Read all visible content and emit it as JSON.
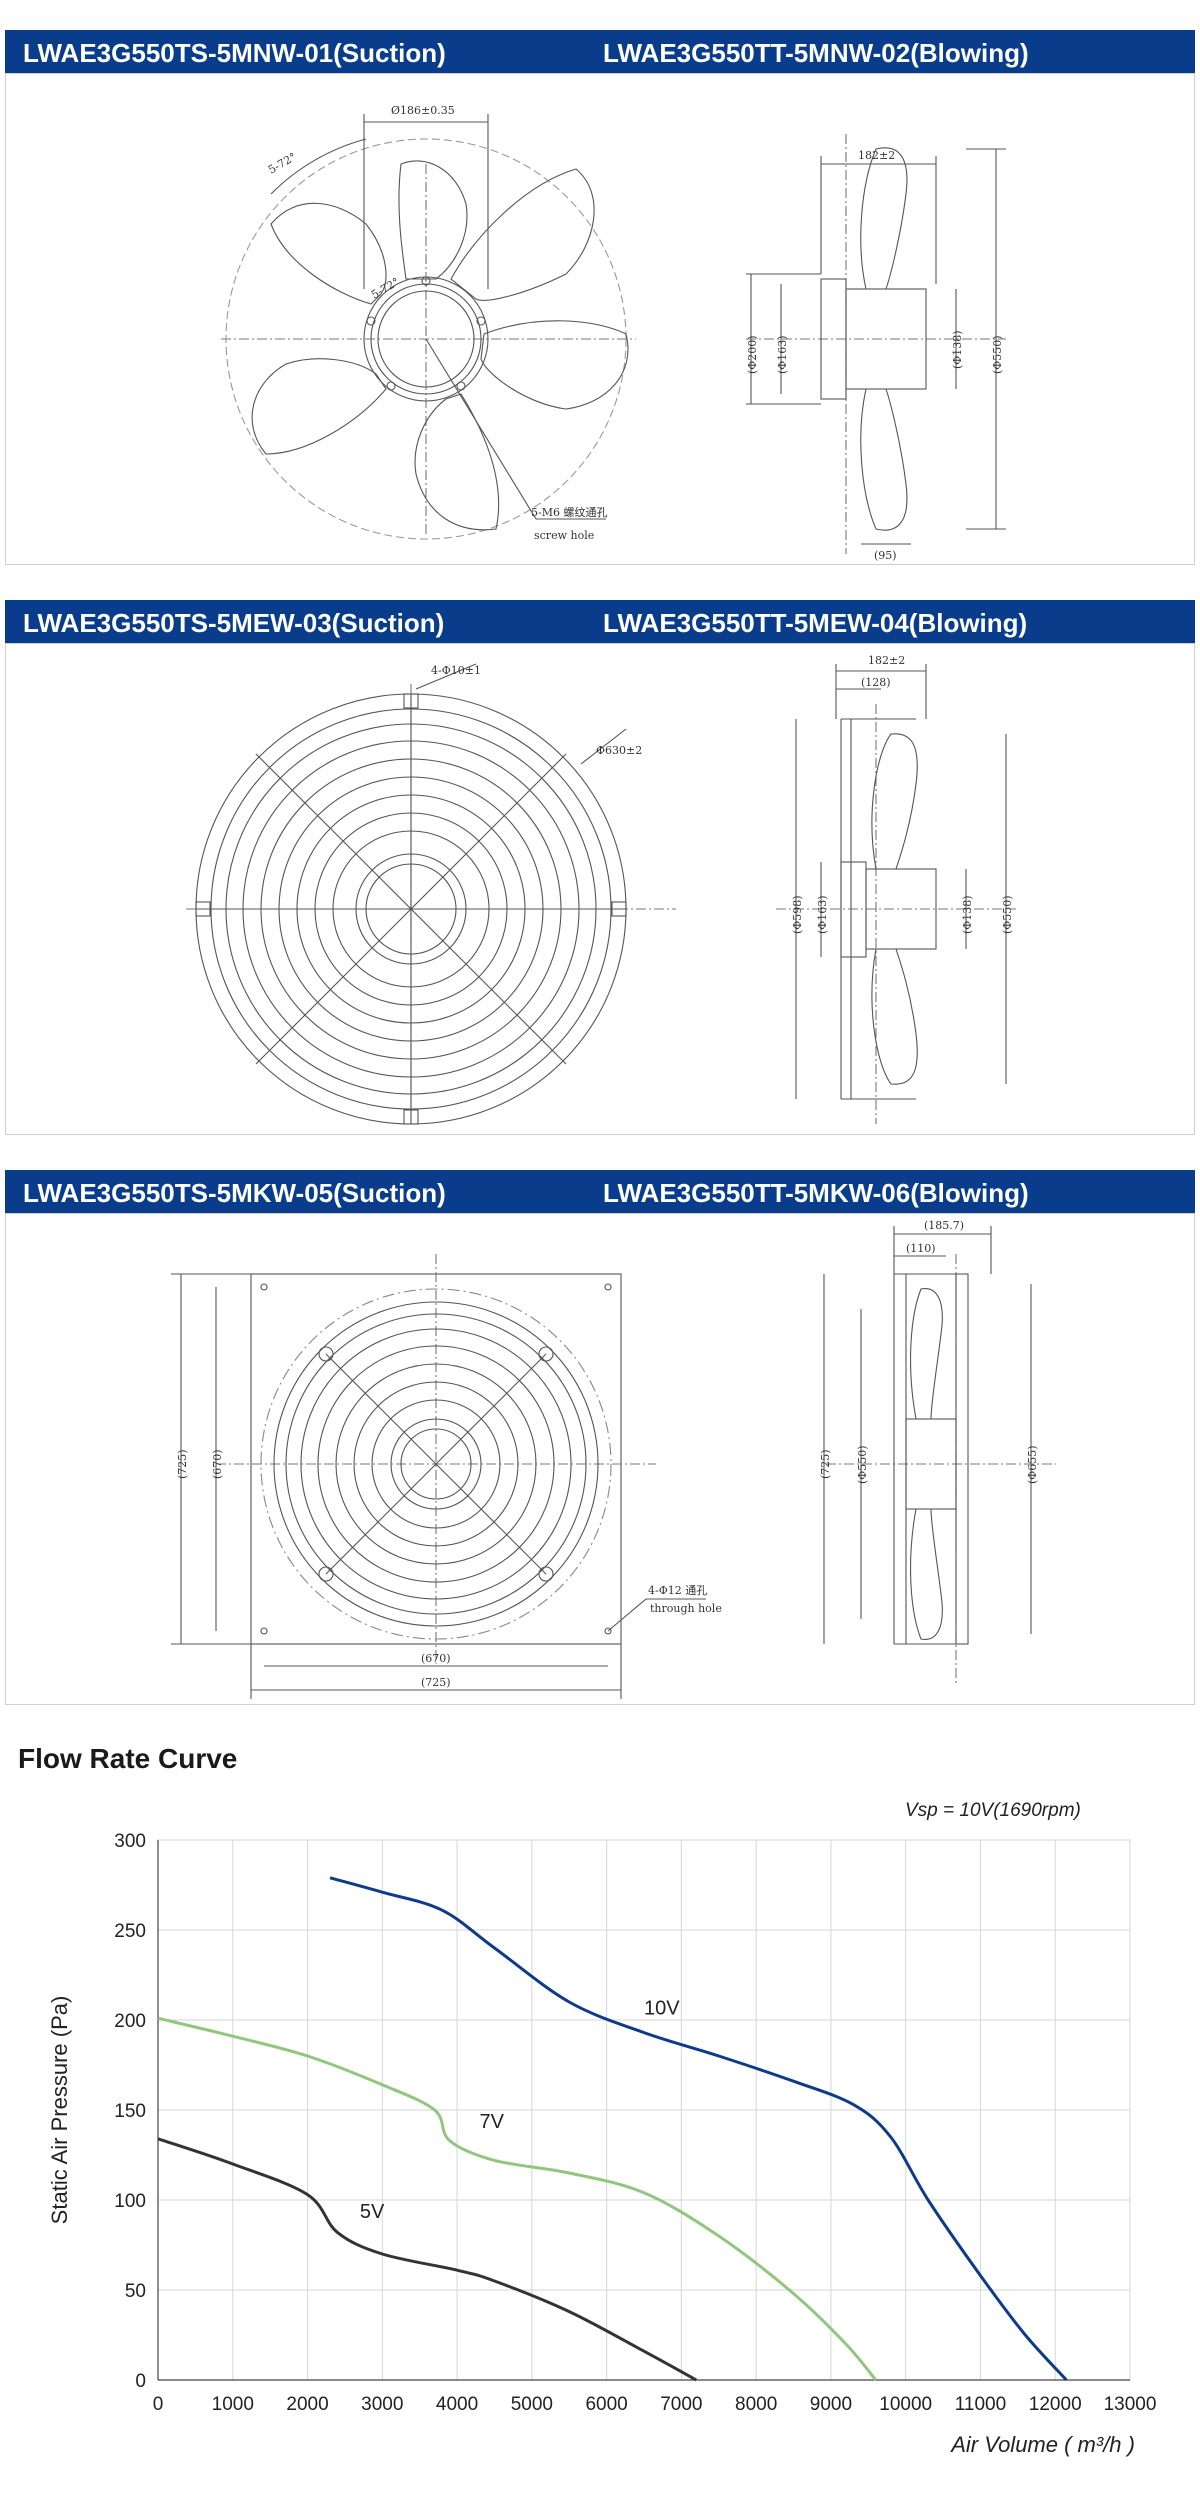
{
  "sections": [
    {
      "left_title": "LWAE3G550TS-5MNW-01(Suction)",
      "right_title": "LWAE3G550TT-5MNW-02(Blowing)",
      "dims": {
        "d1": "Ø186±0.35",
        "d2": "5-72°",
        "d3": "5-72°",
        "d4": "5-M6 螺纹通孔",
        "d5": "screw hole",
        "d6": "182±2",
        "d7": "(Φ200)",
        "d8": "(Φ163)",
        "d9": "(Φ138)",
        "d10": "(Φ550)",
        "d11": "(95)"
      }
    },
    {
      "left_title": "LWAE3G550TS-5MEW-03(Suction)",
      "right_title": "LWAE3G550TT-5MEW-04(Blowing)",
      "dims": {
        "d1": "4-Φ10±1",
        "d2": "Φ630±2",
        "d3": "182±2",
        "d4": "(128)",
        "d5": "(Φ598)",
        "d6": "(Φ163)",
        "d7": "(Φ138)",
        "d8": "(Φ550)"
      }
    },
    {
      "left_title": "LWAE3G550TS-5MKW-05(Suction)",
      "right_title": "LWAE3G550TT-5MKW-06(Blowing)",
      "dims": {
        "d1": "(725)",
        "d2": "(670)",
        "d3": "(670)",
        "d4": "(725)",
        "d5": "4-Φ12 通孔",
        "d6": "through hole",
        "d7": "(185.7)",
        "d8": "(110)",
        "d9": "(725)",
        "d10": "(Φ550)",
        "d11": "(Φ655)"
      }
    }
  ],
  "flow_curve": {
    "heading": "Flow Rate Curve",
    "note": "Vsp = 10V(1690rpm)",
    "chart_data": {
      "type": "line",
      "xlabel": "Air Volume ( m³/h )",
      "ylabel": "Static Air Pressure  (Pa)",
      "xlim": [
        0,
        13000
      ],
      "ylim": [
        0,
        300
      ],
      "x_ticks": [
        "0",
        "1000",
        "2000",
        "3000",
        "4000",
        "5000",
        "6000",
        "7000",
        "8000",
        "9000",
        "10000",
        "11000",
        "12000",
        "13000"
      ],
      "y_ticks": [
        "0",
        "50",
        "100",
        "150",
        "200",
        "250",
        "300"
      ],
      "grid": true,
      "series": [
        {
          "name": "10V",
          "color": "#0d3a8a",
          "points": [
            [
              2300,
              279
            ],
            [
              3000,
              271
            ],
            [
              3800,
              261
            ],
            [
              4500,
              240
            ],
            [
              5500,
              210
            ],
            [
              6500,
              193
            ],
            [
              7500,
              180
            ],
            [
              8500,
              166
            ],
            [
              9300,
              153
            ],
            [
              9800,
              135
            ],
            [
              10300,
              100
            ],
            [
              11000,
              58
            ],
            [
              11600,
              25
            ],
            [
              12150,
              0
            ]
          ]
        },
        {
          "name": "7V",
          "color": "#90c77c",
          "points": [
            [
              0,
              201
            ],
            [
              1000,
              191
            ],
            [
              2000,
              180
            ],
            [
              3000,
              164
            ],
            [
              3700,
              150
            ],
            [
              3900,
              133
            ],
            [
              4500,
              122
            ],
            [
              5500,
              115
            ],
            [
              6500,
              104
            ],
            [
              7500,
              80
            ],
            [
              8500,
              48
            ],
            [
              9200,
              20
            ],
            [
              9600,
              0
            ]
          ]
        },
        {
          "name": "5V",
          "color": "#333333",
          "points": [
            [
              0,
              134
            ],
            [
              1000,
              120
            ],
            [
              2000,
              103
            ],
            [
              2400,
              82
            ],
            [
              3000,
              70
            ],
            [
              4000,
              61
            ],
            [
              4500,
              55
            ],
            [
              5500,
              38
            ],
            [
              6500,
              16
            ],
            [
              7200,
              0
            ]
          ]
        }
      ]
    }
  }
}
